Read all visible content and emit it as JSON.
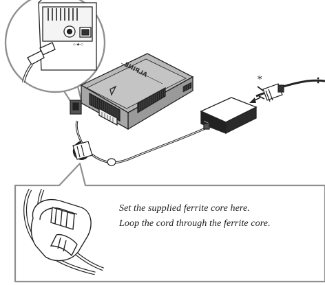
{
  "device": {
    "logo_text": "ALPINE"
  },
  "labels": {
    "asterisk": "*"
  },
  "captions": {
    "line1": "Set the supplied ferrite core here.",
    "line2": "Loop the cord through the ferrite core."
  }
}
